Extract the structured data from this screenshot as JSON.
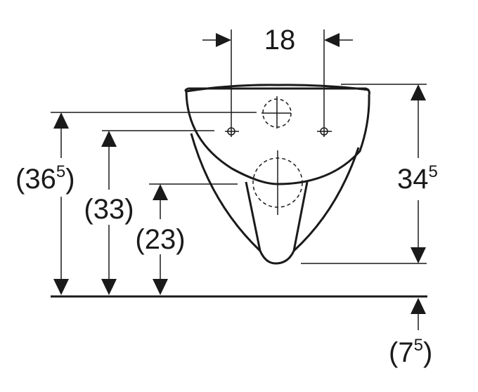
{
  "dimensions": {
    "top_width": {
      "value": "18"
    },
    "bowl_height": {
      "value": "34",
      "sup": "5"
    },
    "overall_height": {
      "open": "(",
      "value": "36",
      "sup": "5",
      "close": ")"
    },
    "fixing_height": {
      "value": "(33)"
    },
    "outlet_height": {
      "value": "(23)"
    },
    "below_floor": {
      "open": "(",
      "value": "7",
      "sup": "5",
      "close": ")"
    }
  }
}
